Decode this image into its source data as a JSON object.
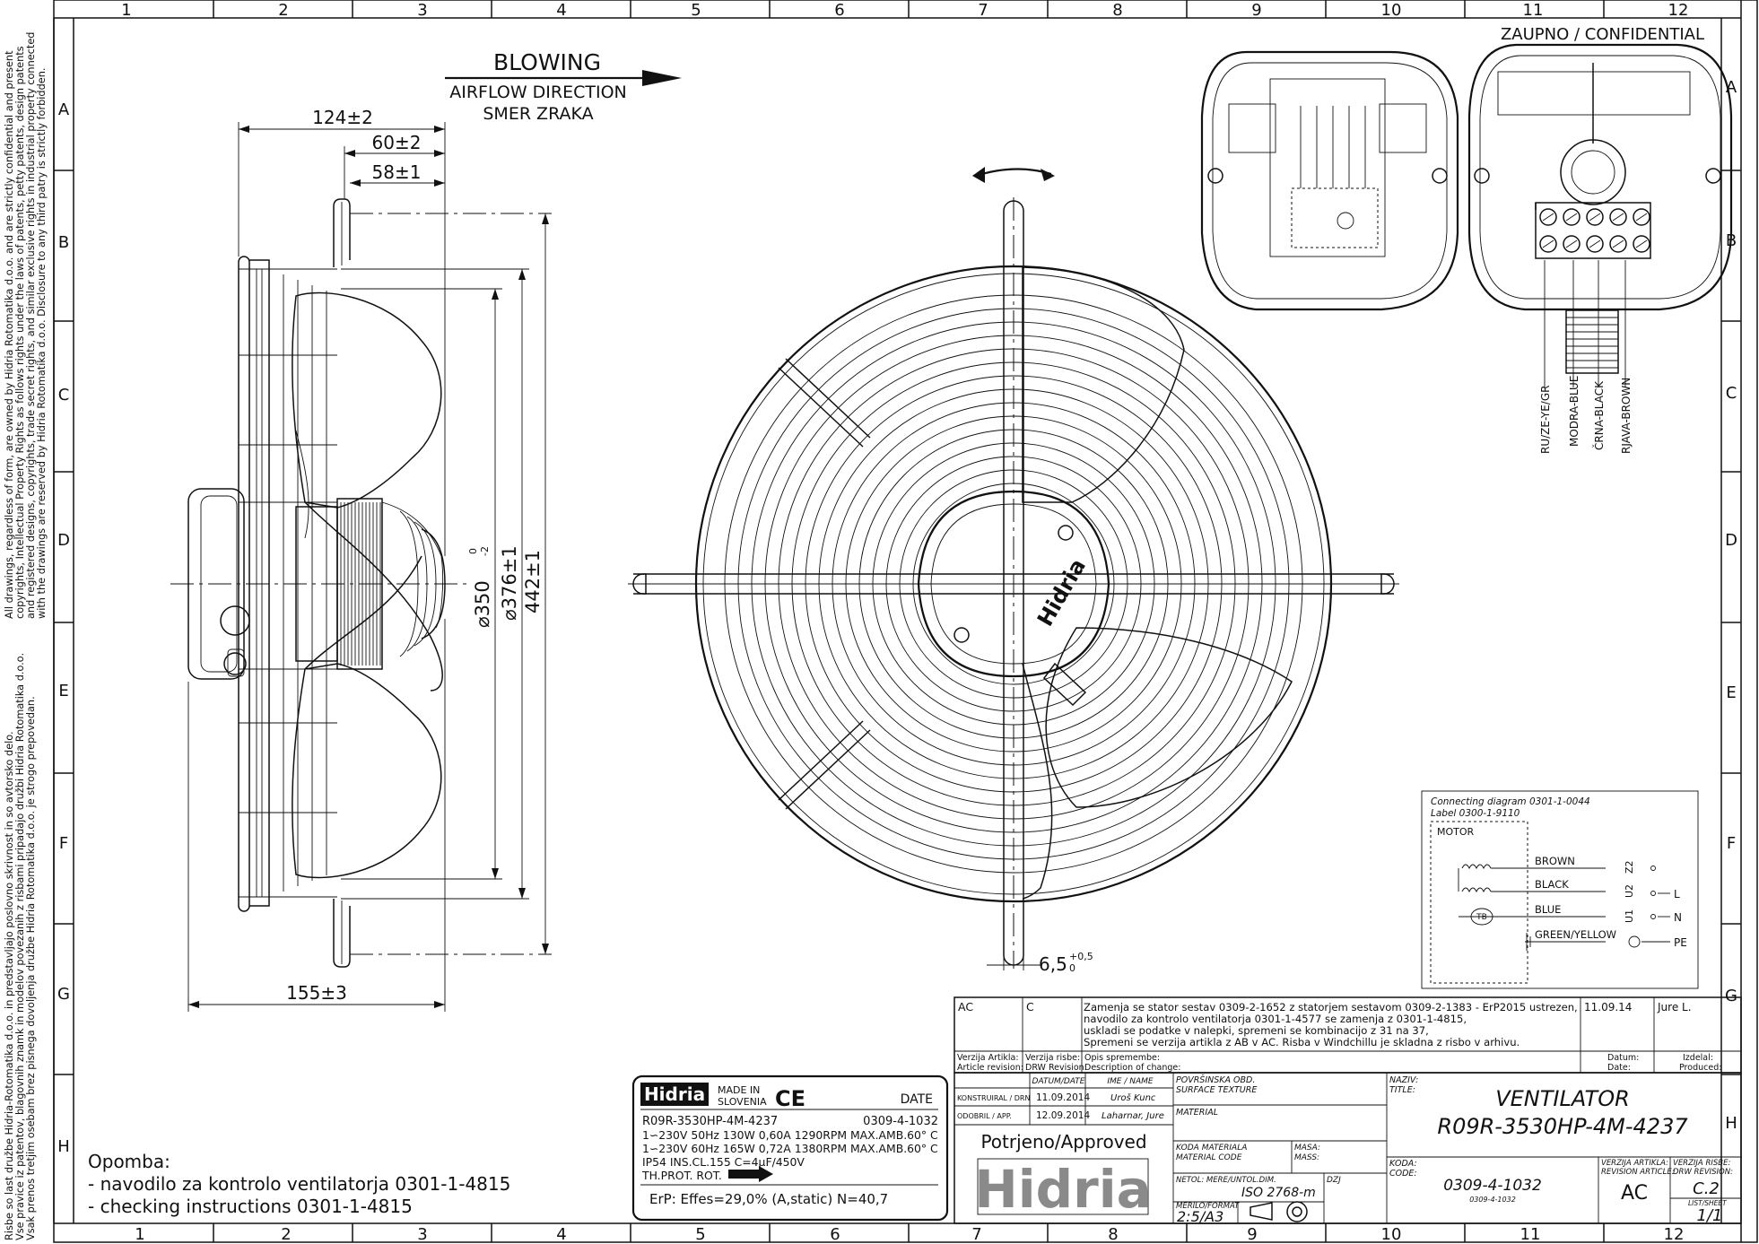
{
  "border": {
    "columns": [
      "1",
      "2",
      "3",
      "4",
      "5",
      "6",
      "7",
      "8",
      "9",
      "10",
      "11",
      "12"
    ],
    "rows": [
      "A",
      "B",
      "C",
      "D",
      "E",
      "F",
      "G",
      "H"
    ]
  },
  "side_notes": {
    "english": [
      "All drawings, regardless of form, are owned by Hidria Rotomatika d.o.o. and are strictly confidential and present",
      "copyrights, Intellectual Property Rights as follows rights under the laws of patents, petty patents, design patents",
      "and registered designs, copyrights, trade secret rights, and similar exclusive rights in industrial property connected",
      "with the drawings are reserved by Hidria Rotomatika d.o.o. Disclosure to any third patry is strictly forbidden."
    ],
    "slovene": [
      "Risbe so last družbe Hidria-Rotomatika d.o.o. in predstavljajo poslovno skrivnost in so avtorsko delo.",
      "Vse pravice iz patentov, blagovnih znamk in modelov povezanih z risbami pripadajo družbi Hidria Rotomatika d.o.o.",
      "Vsak prenos tretjim osebam brez pisnega dovoljenja družbe Hidria Rotomatika d.o.o. je strogo prepovedan."
    ]
  },
  "confidential": "ZAUPNO / CONFIDENTIAL",
  "airflow": {
    "blowing": "BLOWING",
    "direction_en": "AIRFLOW DIRECTION",
    "direction_sl": "SMER ZRAKA"
  },
  "dimensions": {
    "d124": "124±2",
    "d60": "60±2",
    "d58": "58±1",
    "d155": "155±3",
    "d350": "⌀350",
    "d350_tol_up": "0",
    "d350_tol_dn": "-2",
    "d376": "⌀376±1",
    "d442": "442±1",
    "d6_5": "6,5",
    "d6_5_tol_up": "+0,5",
    "d6_5_tol_dn": "0"
  },
  "wire_labels": [
    "RU/ZE-YE/GR",
    "MODRA-BLUE",
    "ČRNA-BLACK",
    "RJAVA-BROWN"
  ],
  "box_terminals": [
    "Z2",
    "U2",
    "L",
    "U1",
    "N",
    "PE"
  ],
  "box_wires": [
    "BROWN",
    "BLACK",
    "BLUE",
    "GREEN/YELLOW"
  ],
  "box_motor": "MOTOR",
  "connecting": {
    "title_line1": "Connecting diagram 0301-1-0044",
    "title_line2": "Label 0300-1-9110",
    "motor": "MOTOR",
    "wires": [
      "BROWN",
      "BLACK",
      "BLUE",
      "GREEN/YELLOW"
    ],
    "terminals": [
      "Z2",
      "U2",
      "U1"
    ],
    "lines": [
      "L",
      "N",
      "PE"
    ],
    "tb": "TB"
  },
  "label_plate": {
    "brand": "Hidria",
    "made_in_1": "MADE IN",
    "made_in_2": "SLOVENIA",
    "ce": "CE",
    "date": "DATE",
    "model": "R09R-3530HP-4M-4237",
    "code": "0309-4-1032",
    "line1": "1∽230V 50Hz 130W 0,60A 1290RPM MAX.AMB.60° C",
    "line2": "1∽230V 60Hz 165W 0,72A 1380RPM MAX.AMB.60° C",
    "line3": "IP54 INS.CL.155 C=4μF/450V",
    "line4": "TH.PROT. ROT.",
    "erp": "ErP: Effes=29,0% (A,static) N=40,7"
  },
  "opomba": {
    "title": "Opomba:",
    "line1": "- navodilo za kontrolo ventilatorja 0301-1-4815",
    "line2": "- checking instructions 0301-1-4815"
  },
  "revision": {
    "rev": "AC",
    "drw_rev": "C",
    "text_1": "Zamenja se stator sestav 0309-2-1652 z statorjem sestavom 0309-2-1383 - ErP2015 ustrezen,",
    "text_2": "navodilo za kontrolo ventilatorja 0301-1-4577 se zamenja z 0301-1-4815,",
    "text_3": "uskladi se podatke v nalepki, spremeni se kombinacijo z 31 na 37,",
    "text_4": "Spremeni se verzija artikla z AB v AC. Risba v Windchillu je skladna z risbo v arhivu.",
    "date": "11.09.14",
    "by": "Jure L.",
    "h_rev_1": "Verzija Artikla:",
    "h_rev_2": "Article revision:",
    "h_drw_1": "Verzija risbe:",
    "h_drw_2": "DRW Revision:",
    "h_desc_1": "Opis spremembe:",
    "h_desc_2": "Description of change:",
    "h_date_1": "Datum:",
    "h_date_2": "Date:",
    "h_by_1": "Izdelal:",
    "h_by_2": "Produced:"
  },
  "title_block": {
    "h_datum": "DATUM/DATE",
    "h_name": "IME / NAME",
    "konstruiral": "KONSTRUIRAL / DRN",
    "konstruiral_date": "11.09.2014",
    "konstruiral_name": "Uroš Kunc",
    "odobril": "ODOBRIL / APP.",
    "odobril_date": "12.09.2014",
    "odobril_name": "Laharnar, Jure",
    "approved": "Potrjeno/Approved",
    "surface_1": "POVRŠINSKA OBD.",
    "surface_2": "SURFACE TEXTURE",
    "material": "MATERIAL",
    "mat_code_1": "KODA MATERIALA",
    "mat_code_2": "MATERIAL CODE",
    "masa_1": "MASA:",
    "masa_2": "MASS:",
    "netol_1": "NETOL: MERE/UNTOL.DIM.",
    "netol_val": "ISO 2768-m",
    "dzj": "DZJ",
    "merilo": "MERILO/FORMAT",
    "merilo_val": "2:5/A3",
    "naziv_1": "NAZIV:",
    "naziv_2": "TITLE:",
    "title_1": "VENTILATOR",
    "title_2": "R09R-3530HP-4M-4237",
    "koda_1": "KODA:",
    "koda_2": "CODE:",
    "code_val": "0309-4-1032",
    "code_small": "0309-4-1032",
    "va_1": "VERZIJA ARTIKLA:",
    "va_2": "REVISION ARTICLE:",
    "va_val": "AC",
    "vr_1": "VERZIJA RISBE:",
    "vr_2": "DRW REVISION:",
    "vr_val": "C.2",
    "list_1": "LIST/SHEET",
    "list_val": "1/1",
    "logo": "Hidria"
  }
}
